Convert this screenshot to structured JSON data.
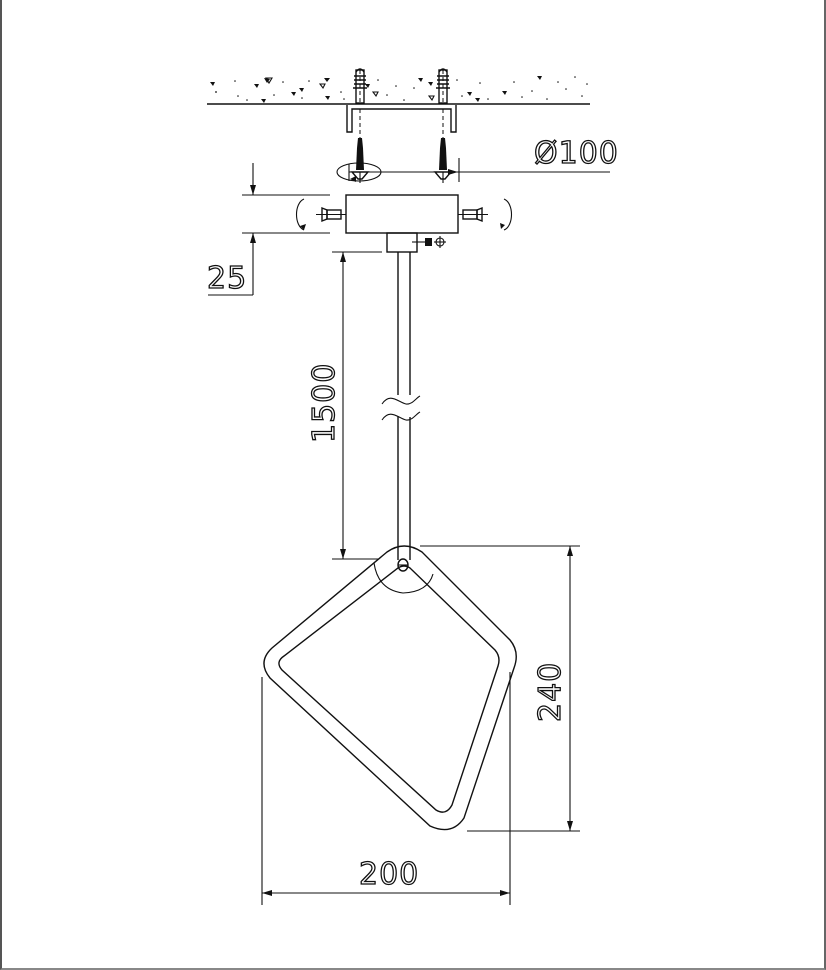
{
  "drawing": {
    "type": "technical-dimension-drawing",
    "subject": "pendant hanging towel ring / lamp with ceiling canopy",
    "dimensions": {
      "canopy_diameter": "Ø100",
      "canopy_height": "25",
      "rod_length": "1500",
      "ring_height": "240",
      "ring_width": "200"
    },
    "colors": {
      "line": "#111111",
      "background": "#ffffff",
      "frame": "#555555"
    }
  }
}
